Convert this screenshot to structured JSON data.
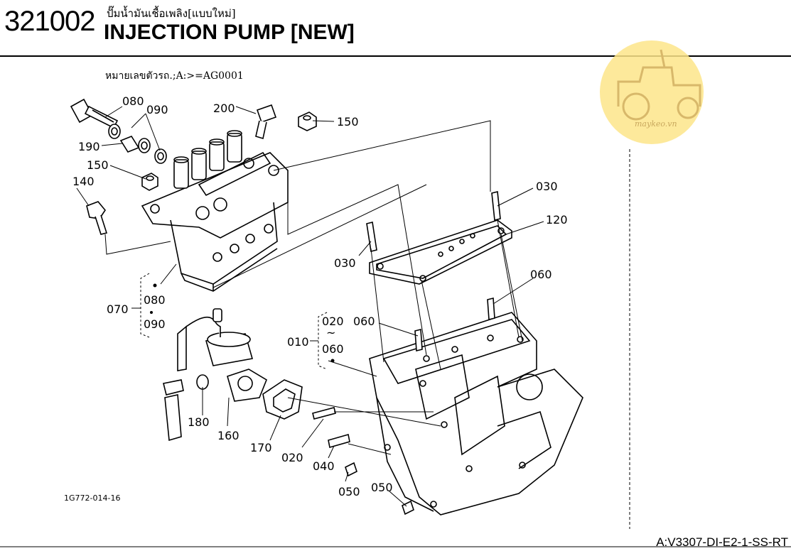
{
  "header": {
    "code": "321002",
    "title_th": "ปั๊มน้ำมันเชื้อเพลิง[แบบใหม่]",
    "title_en": "INJECTION PUMP [NEW]"
  },
  "serial_note": "หมายเลขตัวรถ.;A:>=AG0001",
  "figure_code": "1G772-014-16",
  "model_code": "A:V3307-DI-E2-1-SS-RT",
  "watermark": {
    "text": "maykeo.vn",
    "color": "#fde58a"
  },
  "callouts": {
    "c080a": "080",
    "c090a": "090",
    "c200": "200",
    "c150a": "150",
    "c190": "190",
    "c150b": "150",
    "c140": "140",
    "c030a": "030",
    "c120": "120",
    "c030b": "030",
    "c060a": "060",
    "c070": "070",
    "c080b": "080",
    "c090b": "090",
    "c010": "010",
    "c020a": "020",
    "c060b": "060",
    "c060c": "060",
    "c180": "180",
    "c160": "160",
    "c170": "170",
    "c020b": "020",
    "c040": "040",
    "c050a": "050",
    "c050b": "050"
  },
  "range_mark": "~"
}
